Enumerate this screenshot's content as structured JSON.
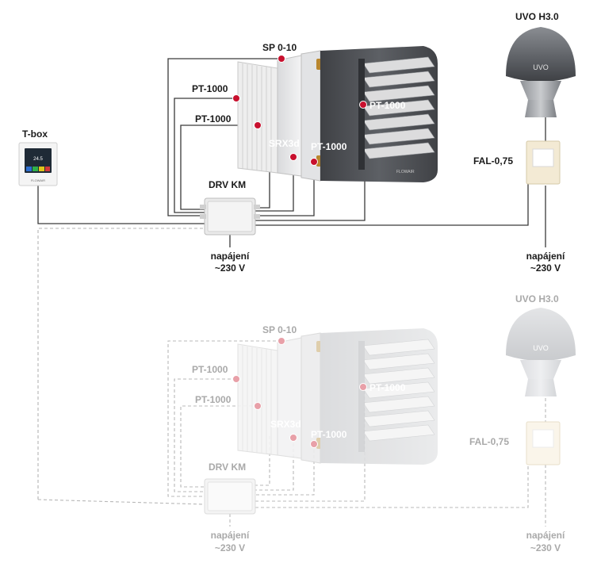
{
  "colors": {
    "wire": "#3a3a3a",
    "wire_faded": "#b8b8b8",
    "dot": "#c8102e",
    "dot_faded": "#e8a0a8",
    "heater_body": "#5a5c60",
    "label": "#1a1a1a",
    "label_faded": "#a9a9a9"
  },
  "icons": [
    "tbox-controller-icon",
    "heater-unit-icon",
    "drv-km-box-icon",
    "uvo-fan-icon",
    "fal-transformer-icon"
  ],
  "top": {
    "tbox": {
      "label": "T-box",
      "temp": "24.5",
      "brand": "FLOWAIR"
    },
    "heater": {
      "brand": "FLOWAIR"
    },
    "sensors": {
      "sp": "SP 0-10",
      "pt_upper": "PT-1000",
      "pt_lower": "PT-1000",
      "pt_heater": "PT-1000",
      "pt_valve": "PT-1000",
      "srx": "SRX3d"
    },
    "drv": "DRV KM",
    "power_left": {
      "line1": "napájení",
      "line2": "~230 V"
    },
    "uvo": "UVO H3.0",
    "fal": "FAL-0,75",
    "power_right": {
      "line1": "napájení",
      "line2": "~230 V"
    }
  },
  "bottom": {
    "sensors": {
      "sp": "SP 0-10",
      "pt_upper": "PT-1000",
      "pt_lower": "PT-1000",
      "pt_heater": "PT-1000",
      "pt_valve": "PT-1000",
      "srx": "SRX3d"
    },
    "drv": "DRV KM",
    "power_left": {
      "line1": "napájení",
      "line2": "~230 V"
    },
    "uvo": "UVO H3.0",
    "fal": "FAL-0,75",
    "power_right": {
      "line1": "napájení",
      "line2": "~230 V"
    }
  }
}
